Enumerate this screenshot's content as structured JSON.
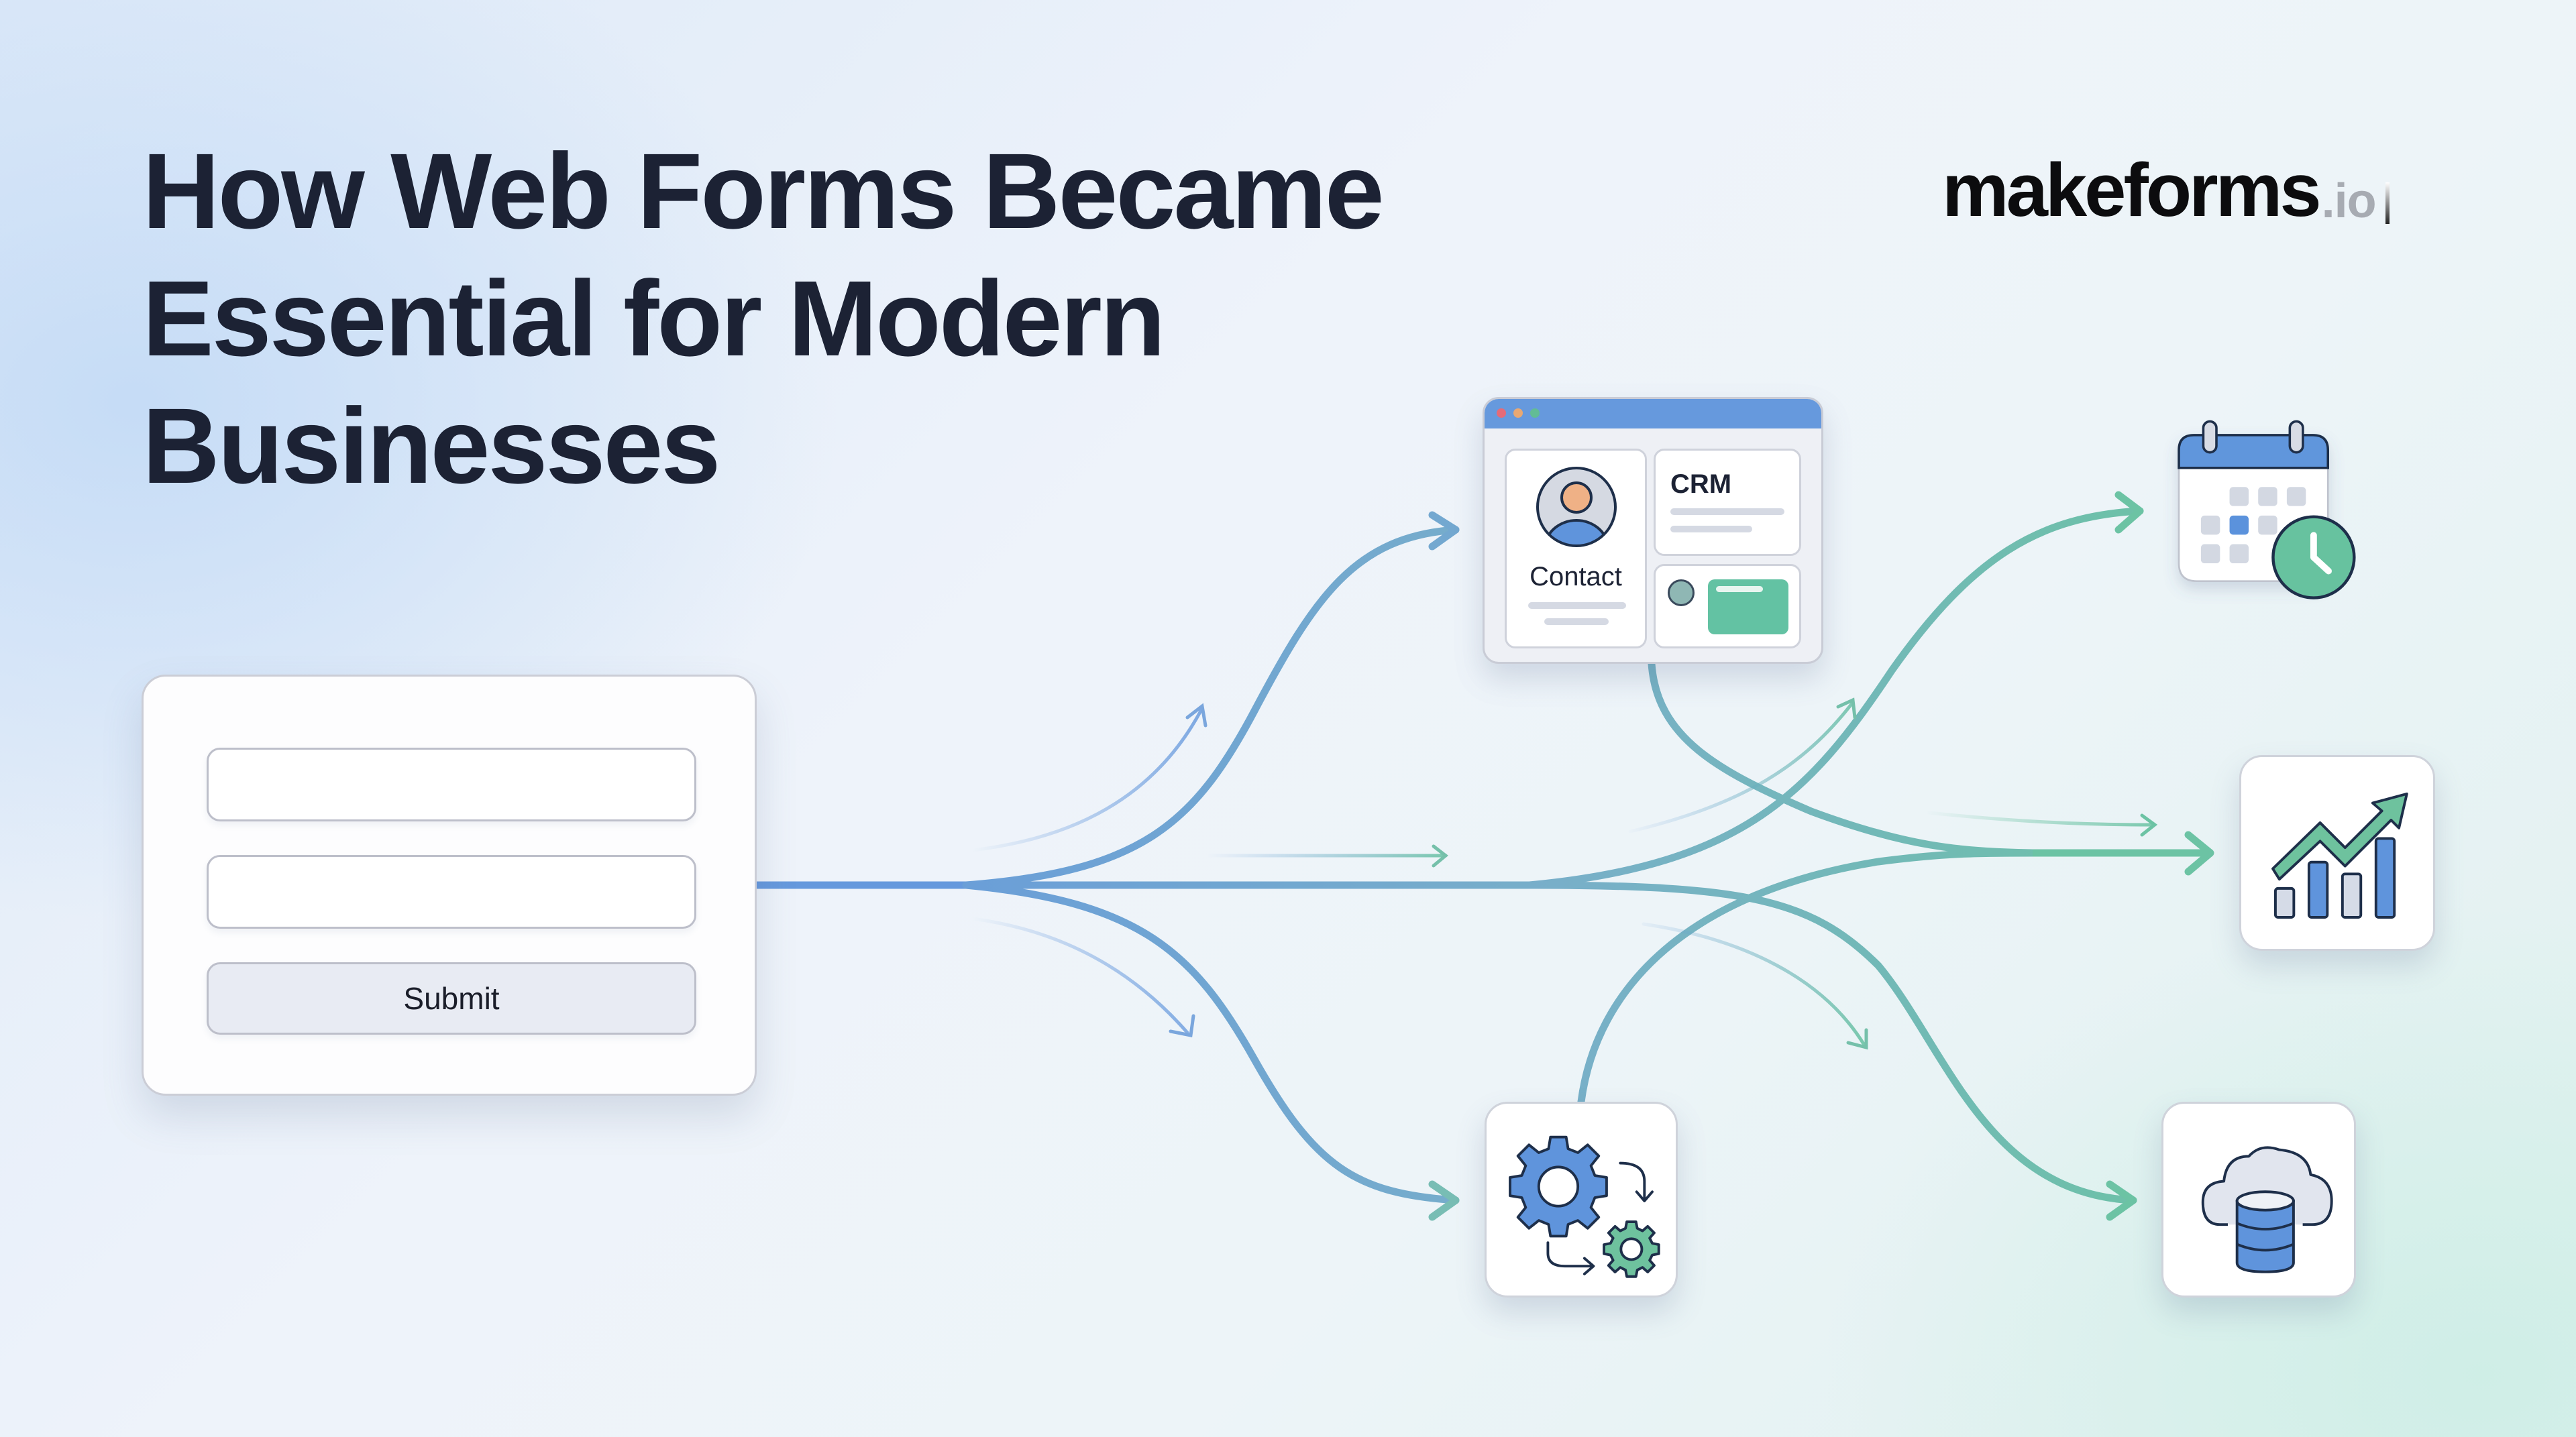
{
  "header": {
    "title_lines": [
      "How Web Forms Became",
      "Essential for Modern",
      "Businesses"
    ],
    "logo": {
      "brand": "makeforms",
      "tld": ".io"
    }
  },
  "form": {
    "fields": [
      {
        "value": "",
        "placeholder": ""
      },
      {
        "value": "",
        "placeholder": ""
      }
    ],
    "submit_label": "Submit"
  },
  "crm_window": {
    "window_controls": [
      "close",
      "minimize",
      "maximize"
    ],
    "contact_label": "Contact",
    "crm_label": "CRM"
  },
  "destinations": [
    {
      "name": "crm",
      "icon": "crm-window-icon"
    },
    {
      "name": "calendar",
      "icon": "calendar-clock-icon"
    },
    {
      "name": "analytics",
      "icon": "bar-chart-trend-icon"
    },
    {
      "name": "automation",
      "icon": "gears-icon"
    },
    {
      "name": "cloud-database",
      "icon": "cloud-database-icon"
    }
  ],
  "colors": {
    "title": "#1c2234",
    "flow_blue": "#6699dd",
    "flow_green": "#6cc3a4",
    "accent_blue": "#5b8fd9",
    "accent_green": "#63c2a3",
    "outline": "#1e2f4a",
    "bg_top_left": "#c4dbf6",
    "bg_bottom_right": "#ceeee6"
  }
}
